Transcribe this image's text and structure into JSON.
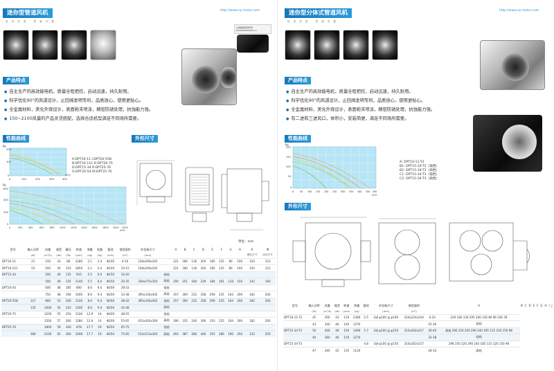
{
  "left": {
    "title": "迷你型管道风机",
    "subtitle": "技 术 先 进 · 质 量 可 靠",
    "site": "http://www.ny-motor.com",
    "label_box": [
      "止回阀安装专利号",
      "ZL200420056871.9"
    ],
    "features_tag": "产品特点",
    "features": [
      "自主生产的高效能电机，质量全程把控，启动迅速，持久耐用。",
      "科学优化90°的风道设计，止回阀发明专利，品质放心，使用更贴心。",
      "全金属材料，美化外观设计，表面粉末喷涂，精密防锈处理，抗蚀能力强。",
      "150~2100风量的产品灵活搭配，选择合适机型满足不同场所需要。"
    ],
    "curve_tag": "性能曲线",
    "dim_tag": "外形尺寸",
    "unit_note": "单位：mm",
    "legend": [
      "A:DPT10-11   I:DPT20-55B",
      "B:DPT10-11C  K:DPT20-75",
      "D:DPT15-34   R:DPT25-76",
      "G:DPT20-54   RI:DPT25-76"
    ],
    "chart1": {
      "ylabel": "Pa",
      "xlabel": "m³/h",
      "yticks": [
        "200",
        "100",
        "0"
      ],
      "xticks": [
        "0",
        "100",
        "200",
        "300",
        "400"
      ]
    },
    "chart2": {
      "ylabel": "Pa",
      "xlabel": "m³/h",
      "yticks": [
        "600",
        "400",
        "200",
        "0"
      ],
      "xticks": [
        "0",
        "200",
        "400",
        "600",
        "800",
        "1000",
        "1200",
        "1400",
        "1600",
        "1800",
        "2000",
        "2200"
      ]
    },
    "table": {
      "head": [
        "型号",
        "输入功率",
        "风量",
        "噪音",
        "静压",
        "转速",
        "净重",
        "毛重",
        "管径",
        "使用面积",
        "外包装尺寸",
        "",
        "A",
        "B",
        "C",
        "D",
        "E",
        "F",
        "G",
        "H",
        "K",
        "M"
      ],
      "units": [
        "",
        "(W)",
        "(m³/h)",
        "(db)",
        "(Pa)",
        "(rpm)",
        "(kg)",
        "(kg)",
        "(mm)",
        "(m²)",
        "(mm)",
        "",
        "",
        "",
        "",
        "",
        "",
        "",
        "",
        "",
        "单孔尺寸",
        "出孔尺寸"
      ],
      "rows": [
        [
          "DPT10-11",
          "21",
          "150",
          "43",
          "80",
          "1280",
          "2.1",
          "2.4",
          "Φ100",
          "6-10",
          "238x200x245",
          "",
          "221",
          "180",
          "136",
          "204",
          "185",
          "135",
          "80",
          "100",
          "103",
          "121"
        ],
        [
          "DPT10-11C",
          "52",
          "250",
          "45",
          "110",
          "1850",
          "2.1",
          "2.4",
          "Φ100",
          "10-15",
          "238x200x245",
          "",
          "221",
          "180",
          "136",
          "204",
          "185",
          "135",
          "80",
          "100",
          "103",
          "121"
        ],
        [
          "DPT15-34",
          "",
          "200",
          "40",
          "135",
          "910",
          "5.5",
          "6.0",
          "Φ150",
          "10-20",
          "",
          "低档",
          "",
          "",
          "",
          "",
          "",
          "",
          "",
          "",
          "",
          ""
        ],
        [
          "",
          "",
          "500",
          "49",
          "135",
          "1140",
          "5.5",
          "6.0",
          "Φ150",
          "20-35",
          "330x275x350",
          "高档",
          "294",
          "251",
          "184",
          "239",
          "184",
          "181",
          "118",
          "150",
          "142",
          "160"
        ],
        [
          "DPT20-54",
          "",
          "600",
          "48",
          "185",
          "800",
          "8.6",
          "9.4",
          "Φ200",
          "28-33",
          "",
          "低档",
          "",
          "",
          "",
          "",
          "",
          "",
          "",
          "",
          "",
          ""
        ],
        [
          "",
          "",
          "750",
          "48",
          "190",
          "1000",
          "8.6",
          "9.4",
          "Φ200",
          "33-38",
          "395x330x402",
          "高档",
          "357",
          "300",
          "232",
          "358",
          "290",
          "235",
          "164",
          "200",
          "182",
          "200"
        ],
        [
          "DPT20-55B",
          "127",
          "800",
          "53",
          "200",
          "1100",
          "8.6",
          "9.4",
          "Φ200",
          "38-42",
          "395x330x402",
          "低档",
          "357",
          "300",
          "232",
          "358",
          "290",
          "235",
          "164",
          "200",
          "182",
          "200"
        ],
        [
          "",
          "135",
          "1000",
          "54",
          "210",
          "1200",
          "8.6",
          "9.4",
          "Φ200",
          "42-48",
          "",
          "高档",
          "",
          "",
          "",
          "",
          "",
          "",
          "",
          "",
          "",
          ""
        ],
        [
          "DPT20-75",
          "",
          "1200",
          "55",
          "250",
          "1100",
          "12.9",
          "14",
          "Φ200",
          "48-55",
          "",
          "低档",
          "",
          "",
          "",
          "",
          "",
          "",
          "",
          "",
          "",
          ""
        ],
        [
          "",
          "",
          "1500",
          "57",
          "260",
          "1280",
          "12.9",
          "14",
          "Φ200",
          "55-65",
          "435x420x390",
          "高档",
          "390",
          "335",
          "240",
          "390",
          "310",
          "235",
          "164",
          "200",
          "182",
          "200"
        ],
        [
          "DPT25-76",
          "",
          "1800",
          "59",
          "340",
          "878",
          "17.7",
          "19",
          "Φ250",
          "65-75",
          "",
          "低档",
          "",
          "",
          "",
          "",
          "",
          "",
          "",
          "",
          "",
          ""
        ],
        [
          "",
          "380",
          "2100",
          "62",
          "360",
          "1008",
          "17.7",
          "19",
          "Φ250",
          "75-85",
          "533x513x420",
          "高档",
          "464",
          "387",
          "280",
          "440",
          "355",
          "286",
          "190",
          "250",
          "232",
          "250"
        ]
      ]
    }
  },
  "right": {
    "title": "迷你型分体式管道风机",
    "subtitle": "技 术 先 进 · 质 量 可 靠",
    "site": "http://www.ny-motor.com",
    "features_tag": "产品特点",
    "features": [
      "自主生产的高效能电机，质量全程把控，启动迅速，持久耐用。",
      "科学优化90°的风道设计，止回阀发明专利，品质放心，使用更贴心。",
      "全金属材料，美化外观设计，表面粉末喷涂，精密防锈处理，抗蚀能力强。",
      "有二进和三进风口，体积小，安装简便，满足不同场所需要。"
    ],
    "curve_tag": "性能曲线",
    "dim_tag": "外形尺寸",
    "legend": [
      "A:   DPT10-11-T2",
      "B1:  DPT15-34-T2（低档）",
      "B2:  DPT15-34-T2（高档）",
      "C1:  DPT15-34-T3（低档）",
      "C2:  DPT15-34-T3（高档）"
    ],
    "chart": {
      "ylabel": "Pa",
      "xlabel": "m³/h",
      "yticks": [
        "200",
        "150",
        "100",
        "50",
        "0"
      ],
      "xticks": [
        "0",
        "50",
        "100",
        "150",
        "200",
        "250",
        "300",
        "350",
        "400",
        "450",
        "500"
      ]
    },
    "table": {
      "head": [
        "型号",
        "输入功率",
        "风量",
        "噪音",
        "转速",
        "净重",
        "管径",
        "外包装尺寸",
        "使用面积",
        "",
        "A",
        "B",
        "C",
        "D",
        "E",
        "F",
        "G",
        "H",
        "I",
        "J"
      ],
      "units": [
        "",
        "(W)",
        "(m³/h)",
        "(db)",
        "(rpm)",
        "(kg)",
        "",
        "(mm)",
        "(m²)",
        "",
        "",
        "",
        "",
        "",
        "",
        "",
        "",
        "",
        "",
        ""
      ],
      "rows": [
        [
          "DPT10-11-T2",
          "45",
          "200",
          "43",
          "110",
          "2380",
          "2.5",
          "2进 φ100 出 φ100",
          "224x224x244",
          "6-10",
          "220 180 130 205 200 136 80 96 100 78"
        ],
        [
          "",
          "43",
          "340",
          "46",
          "140",
          "1270",
          "",
          "",
          "",
          "25-30",
          "低档"
        ],
        [
          "DPT15-34-T2",
          "50",
          "440",
          "48",
          "156",
          "1490",
          "5.7",
          "2进 φ100 出 φ150",
          "310x262x317",
          "30-40",
          "高档  296 250 220 290 240 185 115 120 150 98"
        ],
        [
          "",
          "40",
          "360",
          "46",
          "150",
          "1270",
          "",
          "",
          "",
          "33-38",
          "低档"
        ],
        [
          "DPT15-34-T3",
          "",
          "",
          "",
          "",
          "",
          "4.8",
          "3进 φ100 出 φ150",
          "310x262x317",
          "",
          "296 250 220 290 240 185 115 120 150 98"
        ],
        [
          "",
          "47",
          "260",
          "42",
          "135",
          "1120",
          "",
          "",
          "",
          "28-33",
          "高档"
        ]
      ]
    }
  }
}
